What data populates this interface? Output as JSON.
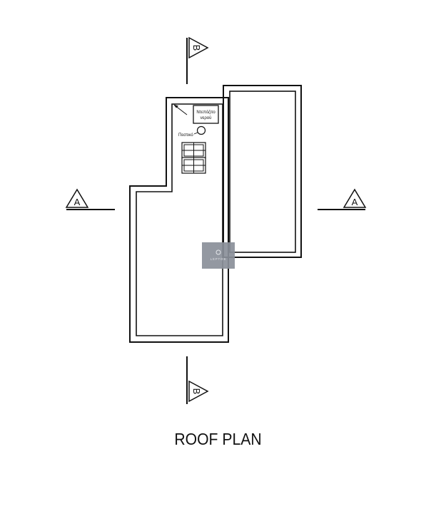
{
  "title": "ROOF PLAN",
  "section_markers": {
    "a_left": "A",
    "a_right": "A",
    "b_top": "B",
    "b_bottom": "B"
  },
  "labels": {
    "water_tank_line1": "Ντεπόζιτο",
    "water_tank_line2": "νερού",
    "plastic_tank": "Πεστικό"
  },
  "watermark": {
    "text": "LEPTOS"
  },
  "colors": {
    "line": "#111111",
    "background": "#ffffff",
    "watermark": "#8a8f99"
  }
}
